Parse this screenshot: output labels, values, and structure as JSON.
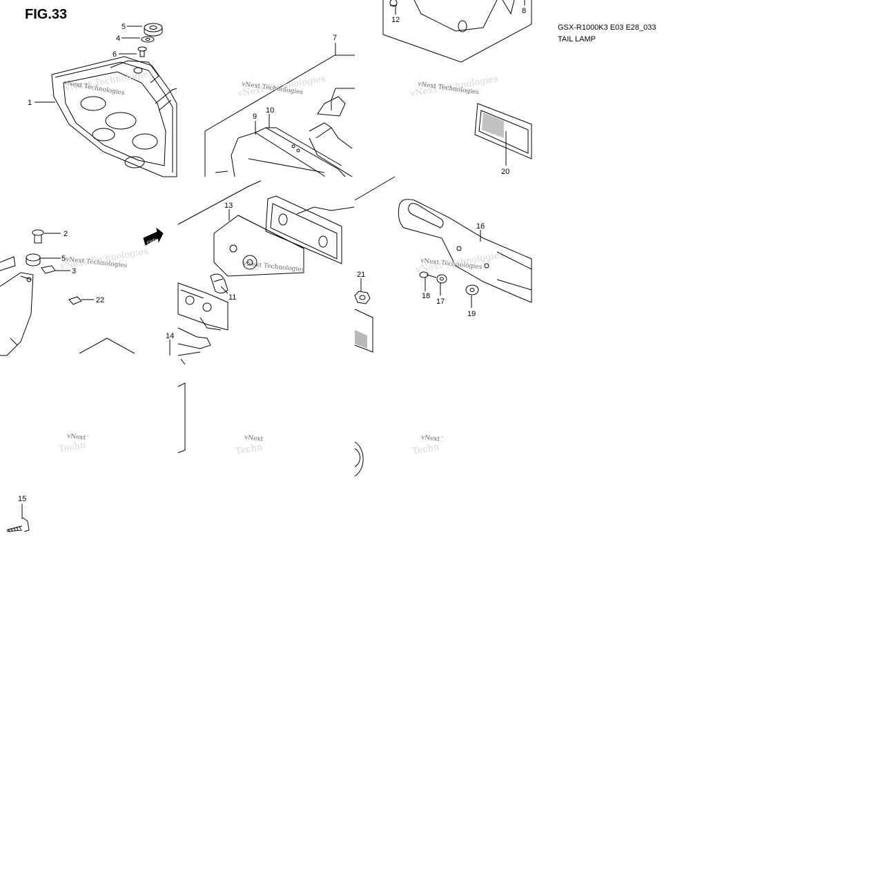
{
  "figure": {
    "title": "FIG.33",
    "model_code": "GSX-R1000K3 E03 E28_033",
    "model_name": "TAIL LAMP",
    "fwd_label": "FWD"
  },
  "watermark": {
    "line1": "vNext Technologies",
    "line2": "Techn"
  },
  "parts": [
    {
      "id": "callout-1",
      "label": "1"
    },
    {
      "id": "callout-2",
      "label": "2"
    },
    {
      "id": "callout-3",
      "label": "3"
    },
    {
      "id": "callout-4",
      "label": "4"
    },
    {
      "id": "callout-5a",
      "label": "5"
    },
    {
      "id": "callout-5b",
      "label": "5"
    },
    {
      "id": "callout-6",
      "label": "6"
    },
    {
      "id": "callout-7",
      "label": "7"
    },
    {
      "id": "callout-8",
      "label": "8"
    },
    {
      "id": "callout-9",
      "label": "9"
    },
    {
      "id": "callout-10",
      "label": "10"
    },
    {
      "id": "callout-11",
      "label": "11"
    },
    {
      "id": "callout-12",
      "label": "12"
    },
    {
      "id": "callout-13",
      "label": "13"
    },
    {
      "id": "callout-14",
      "label": "14"
    },
    {
      "id": "callout-15",
      "label": "15"
    },
    {
      "id": "callout-16",
      "label": "16"
    },
    {
      "id": "callout-17",
      "label": "17"
    },
    {
      "id": "callout-18",
      "label": "18"
    },
    {
      "id": "callout-19",
      "label": "19"
    },
    {
      "id": "callout-20",
      "label": "20"
    },
    {
      "id": "callout-21",
      "label": "21"
    },
    {
      "id": "callout-22",
      "label": "22"
    }
  ]
}
